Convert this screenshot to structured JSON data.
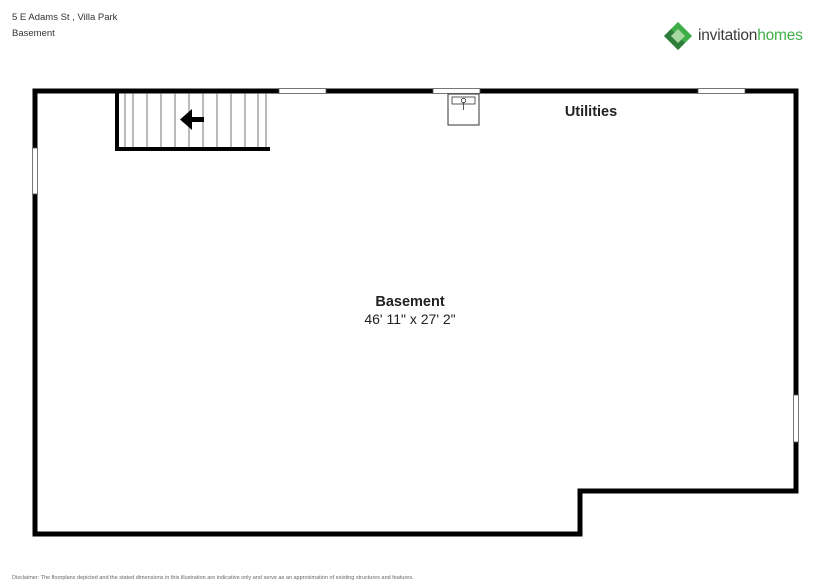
{
  "header": {
    "address": "5 E Adams St , Villa Park",
    "level": "Basement"
  },
  "brand": {
    "name_part1": "invitation",
    "name_part2": "homes",
    "accent_color": "#3fae49",
    "secondary_color": "#2e7d3a",
    "icon": "invitation-homes-logo-icon"
  },
  "rooms": {
    "utilities": {
      "name": "Utilities"
    },
    "basement": {
      "name": "Basement",
      "dimensions": "46' 11\" x 27' 2\""
    }
  },
  "fixtures": {
    "stairs": {
      "icon": "stairs-arrow-left-icon",
      "direction": "left"
    },
    "sink": {
      "icon": "sink-icon"
    }
  },
  "footer": {
    "disclaimer": "Disclaimer: The floorplans depicted and the stated dimensions in this illustration are indicative only and serve as an approximation of existing structures and features."
  }
}
